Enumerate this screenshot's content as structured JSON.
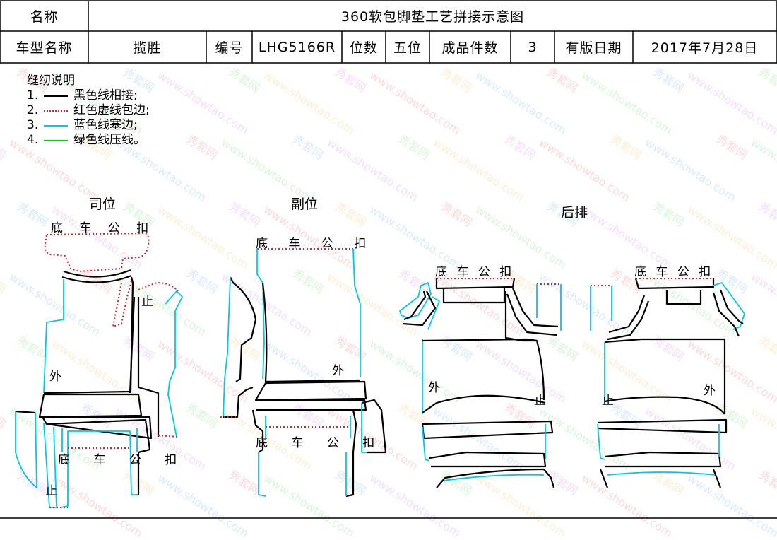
{
  "header": {
    "name_label": "名称",
    "title": "360软包脚垫工艺拼接示意图",
    "model_label": "车型名称",
    "model_value": "揽胜",
    "code_label": "编号",
    "code_value": "LHG5166R",
    "seats_label": "位数",
    "seats_value": "五位",
    "pieces_label": "成品件数",
    "pieces_value": "3",
    "date_label": "有版日期",
    "date_value": "2017年7月28日"
  },
  "legend": {
    "title": "缝纫说明",
    "items": [
      {
        "num": "1.",
        "text": "黑色线相接;",
        "color": "#000000",
        "style": "solid"
      },
      {
        "num": "2.",
        "text": "红色虚线包边;",
        "color": "#e0202a",
        "style": "dotted"
      },
      {
        "num": "3.",
        "text": "蓝色线塞边;",
        "color": "#00c8e8",
        "style": "solid"
      },
      {
        "num": "4.",
        "text": "绿色线压线。",
        "color": "#00cc00",
        "style": "solid"
      }
    ]
  },
  "sections": {
    "driver": "司位",
    "passenger": "副位",
    "rear": "后排"
  },
  "labels": {
    "clip": "底 车 公 扣",
    "stop": "止",
    "outer": "外"
  },
  "watermark": {
    "cn": "秀套网",
    "url": "www.showtao.com",
    "colors": [
      "#ff7b7b",
      "#7bb6ff",
      "#7be07b",
      "#d98bff",
      "#ffc36b"
    ]
  }
}
